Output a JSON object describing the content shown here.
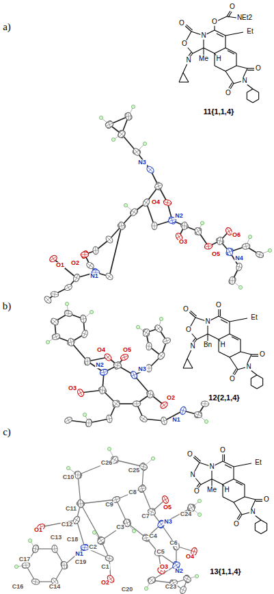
{
  "diagram": {
    "labels": [
      "a)",
      "O",
      "NEt2",
      "O",
      "Et",
      "O",
      "N",
      "O",
      "N",
      "Me",
      "H",
      "O",
      "N",
      "O",
      "11{1,1,4}",
      "N3",
      "O4",
      "N2",
      "O6",
      "O3",
      "O2",
      "O1",
      "N1",
      "N4",
      "O5",
      "b)",
      "O4",
      "O5",
      "N2",
      "N3",
      "O3",
      "O2",
      "N1",
      "O",
      "Et",
      "O",
      "N",
      "O",
      "N",
      "Bn",
      "H",
      "O",
      "N",
      "O",
      "12{2,1,4}",
      "c)",
      "C26",
      "C25",
      "C10",
      "C8",
      "O5",
      "C7",
      "C24",
      "C9",
      "C11",
      "N3",
      "C12",
      "O1",
      "C3",
      "C4",
      "C13",
      "C18",
      "C2",
      "C6",
      "N1",
      "C5",
      "O4",
      "C17",
      "C19",
      "C1",
      "O3",
      "N2",
      "C16",
      "C14",
      "O2",
      "C20",
      "C23",
      "O",
      "Et",
      "O",
      "N",
      "N",
      "O",
      "Me",
      "H",
      "O",
      "N",
      "O",
      "13{1,1,4}"
    ]
  }
}
